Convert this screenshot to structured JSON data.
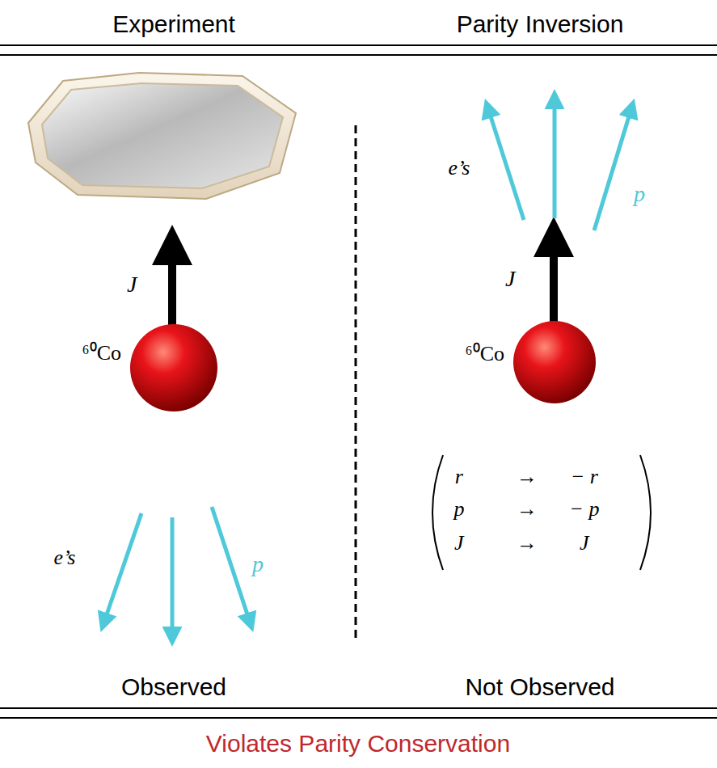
{
  "diagram": {
    "caption": "Violates Parity Conservation",
    "nodes": [
      {
        "text": [
          "⁶⁰Co"
        ]
      },
      {
        "text": [
          "⁶⁰Co"
        ]
      }
    ],
    "labels": [
      "Experiment",
      "Parity Inversion",
      "J⃗",
      "e’s",
      "p⃗",
      "e’s",
      "p⃗",
      "J⃗",
      "r⃗",
      "→",
      "− r⃗",
      "p⃗",
      "→",
      "− p⃗",
      "J⃗",
      "→",
      "J⃗",
      "Observed",
      "Not Observed"
    ]
  }
}
